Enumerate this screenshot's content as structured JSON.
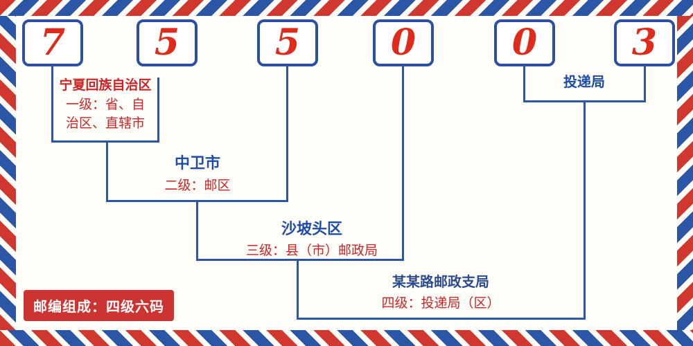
{
  "postal_code": {
    "digits": [
      "7",
      "5",
      "5",
      "0",
      "0",
      "3"
    ]
  },
  "labels": {
    "level1": {
      "name": "宁夏回族自治区",
      "desc_line1": "一级：省、自",
      "desc_line2": "治区、直辖市"
    },
    "level2": {
      "name": "中卫市",
      "desc": "二级：邮区"
    },
    "level3": {
      "name": "沙坡头区",
      "desc": "三级：县（市）邮政局"
    },
    "level4_delivery": {
      "name": "投递局"
    },
    "level4": {
      "name": "某某路邮政支局",
      "desc": "四级：投递局（区）"
    }
  },
  "footer": {
    "composition_label": "邮编组成：四级六码"
  },
  "colors": {
    "digit_red": "#df2b1c",
    "line_blue": "#2b55a5",
    "box_border_blue": "#2b4fa2",
    "label_red": "#cc2426",
    "label_blue": "#1f4da5",
    "badge_bg": "#cb3430",
    "airmail_red": "#d0372f",
    "airmail_blue": "#2b55a5",
    "background": "#fffef8"
  }
}
